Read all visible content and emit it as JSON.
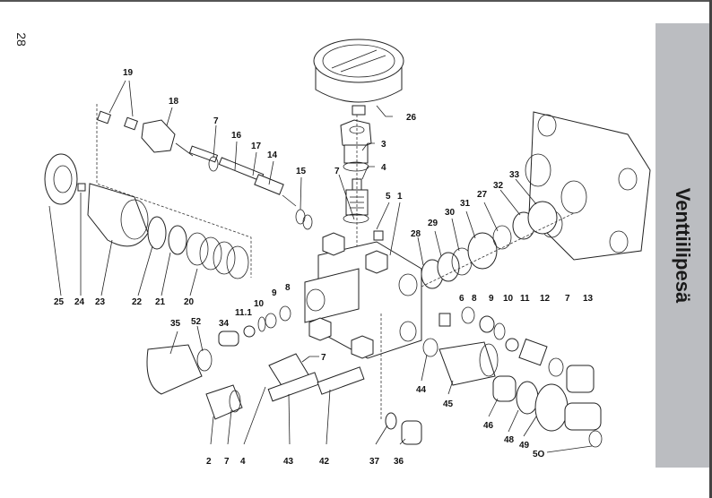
{
  "page": {
    "page_number": "28",
    "section_title": "Venttiilipesä",
    "tab_color": "#bbbdc1"
  },
  "diagram": {
    "title": "Valve housing exploded view",
    "labels": {
      "l1": "1",
      "l2": "2",
      "l3": "3",
      "l4a": "4",
      "l4b": "4",
      "l5": "5",
      "l6": "6",
      "l7a": "7",
      "l7b": "7",
      "l7c": "7",
      "l7d": "7",
      "l7e": "7",
      "l8a": "8",
      "l8b": "8",
      "l9a": "9",
      "l9b": "9",
      "l10a": "10",
      "l10b": "10",
      "l11": "11",
      "l11_1": "11.1",
      "l12": "12",
      "l13": "13",
      "l14": "14",
      "l15": "15",
      "l16": "16",
      "l17": "17",
      "l18": "18",
      "l19": "19",
      "l20": "20",
      "l21": "21",
      "l22": "22",
      "l23": "23",
      "l24": "24",
      "l25": "25",
      "l26": "26",
      "l27": "27",
      "l28": "28",
      "l29": "29",
      "l30": "30",
      "l31": "31",
      "l32": "32",
      "l33": "33",
      "l34": "34",
      "l35": "35",
      "l36": "36",
      "l37": "37",
      "l42": "42",
      "l43": "43",
      "l44": "44",
      "l45": "45",
      "l46": "46",
      "l48": "48",
      "l49": "49",
      "l50": "5O",
      "l52": "52"
    }
  }
}
